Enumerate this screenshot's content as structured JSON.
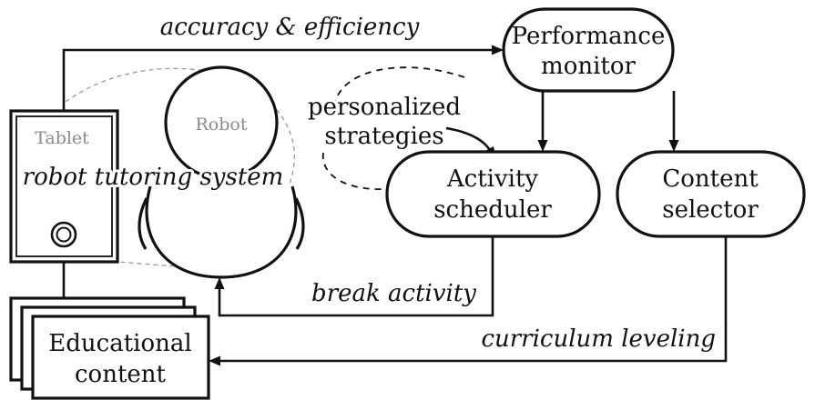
{
  "nodes": {
    "performance_monitor": [
      "Performance",
      "monitor"
    ],
    "activity_scheduler": [
      "Activity",
      "scheduler"
    ],
    "content_selector": [
      "Content",
      "selector"
    ],
    "educational_content": [
      "Educational",
      "content"
    ]
  },
  "figures": {
    "tablet": "Tablet",
    "robot": "Robot",
    "system": "robot tutoring system"
  },
  "edges": {
    "accuracy_efficiency": "accuracy & efficiency",
    "personalized_strategies": [
      "personalized",
      "strategies"
    ],
    "break_activity": "break activity",
    "curriculum_leveling": "curriculum leveling"
  },
  "colors": {
    "ink": "#111111",
    "muted_label": "#8a8a8a",
    "dashed_outline": "#9a9a9a"
  }
}
